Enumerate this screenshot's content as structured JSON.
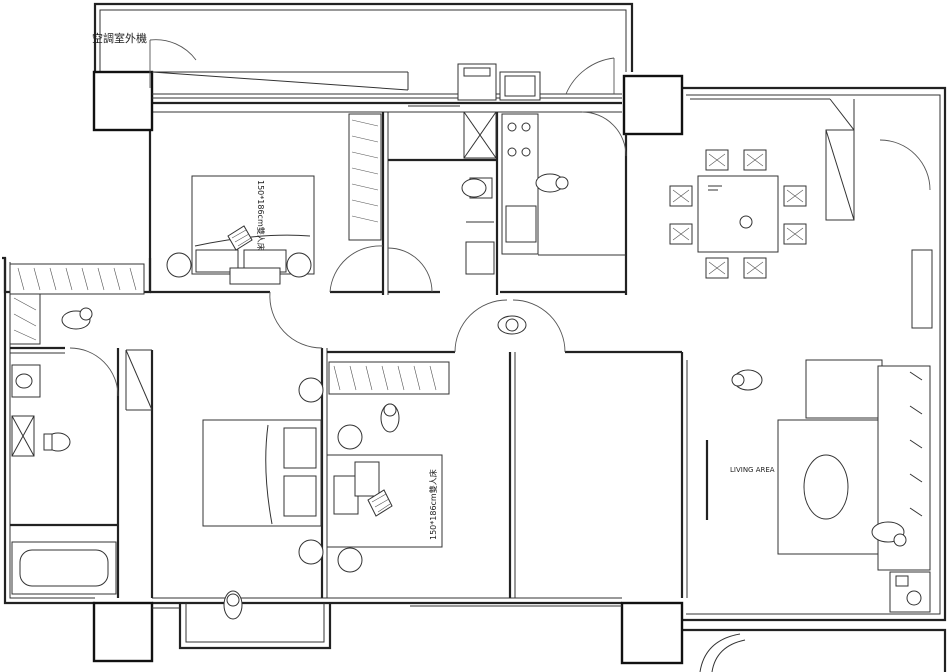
{
  "labels": {
    "ac_outdoor_unit": "空調室外機",
    "bed_size_upper": "150*186cm雙人床",
    "bed_size_lower": "150*186cm雙人床",
    "living_area": "LIVING AREA"
  },
  "colors": {
    "line": "#222222",
    "background": "#ffffff"
  }
}
